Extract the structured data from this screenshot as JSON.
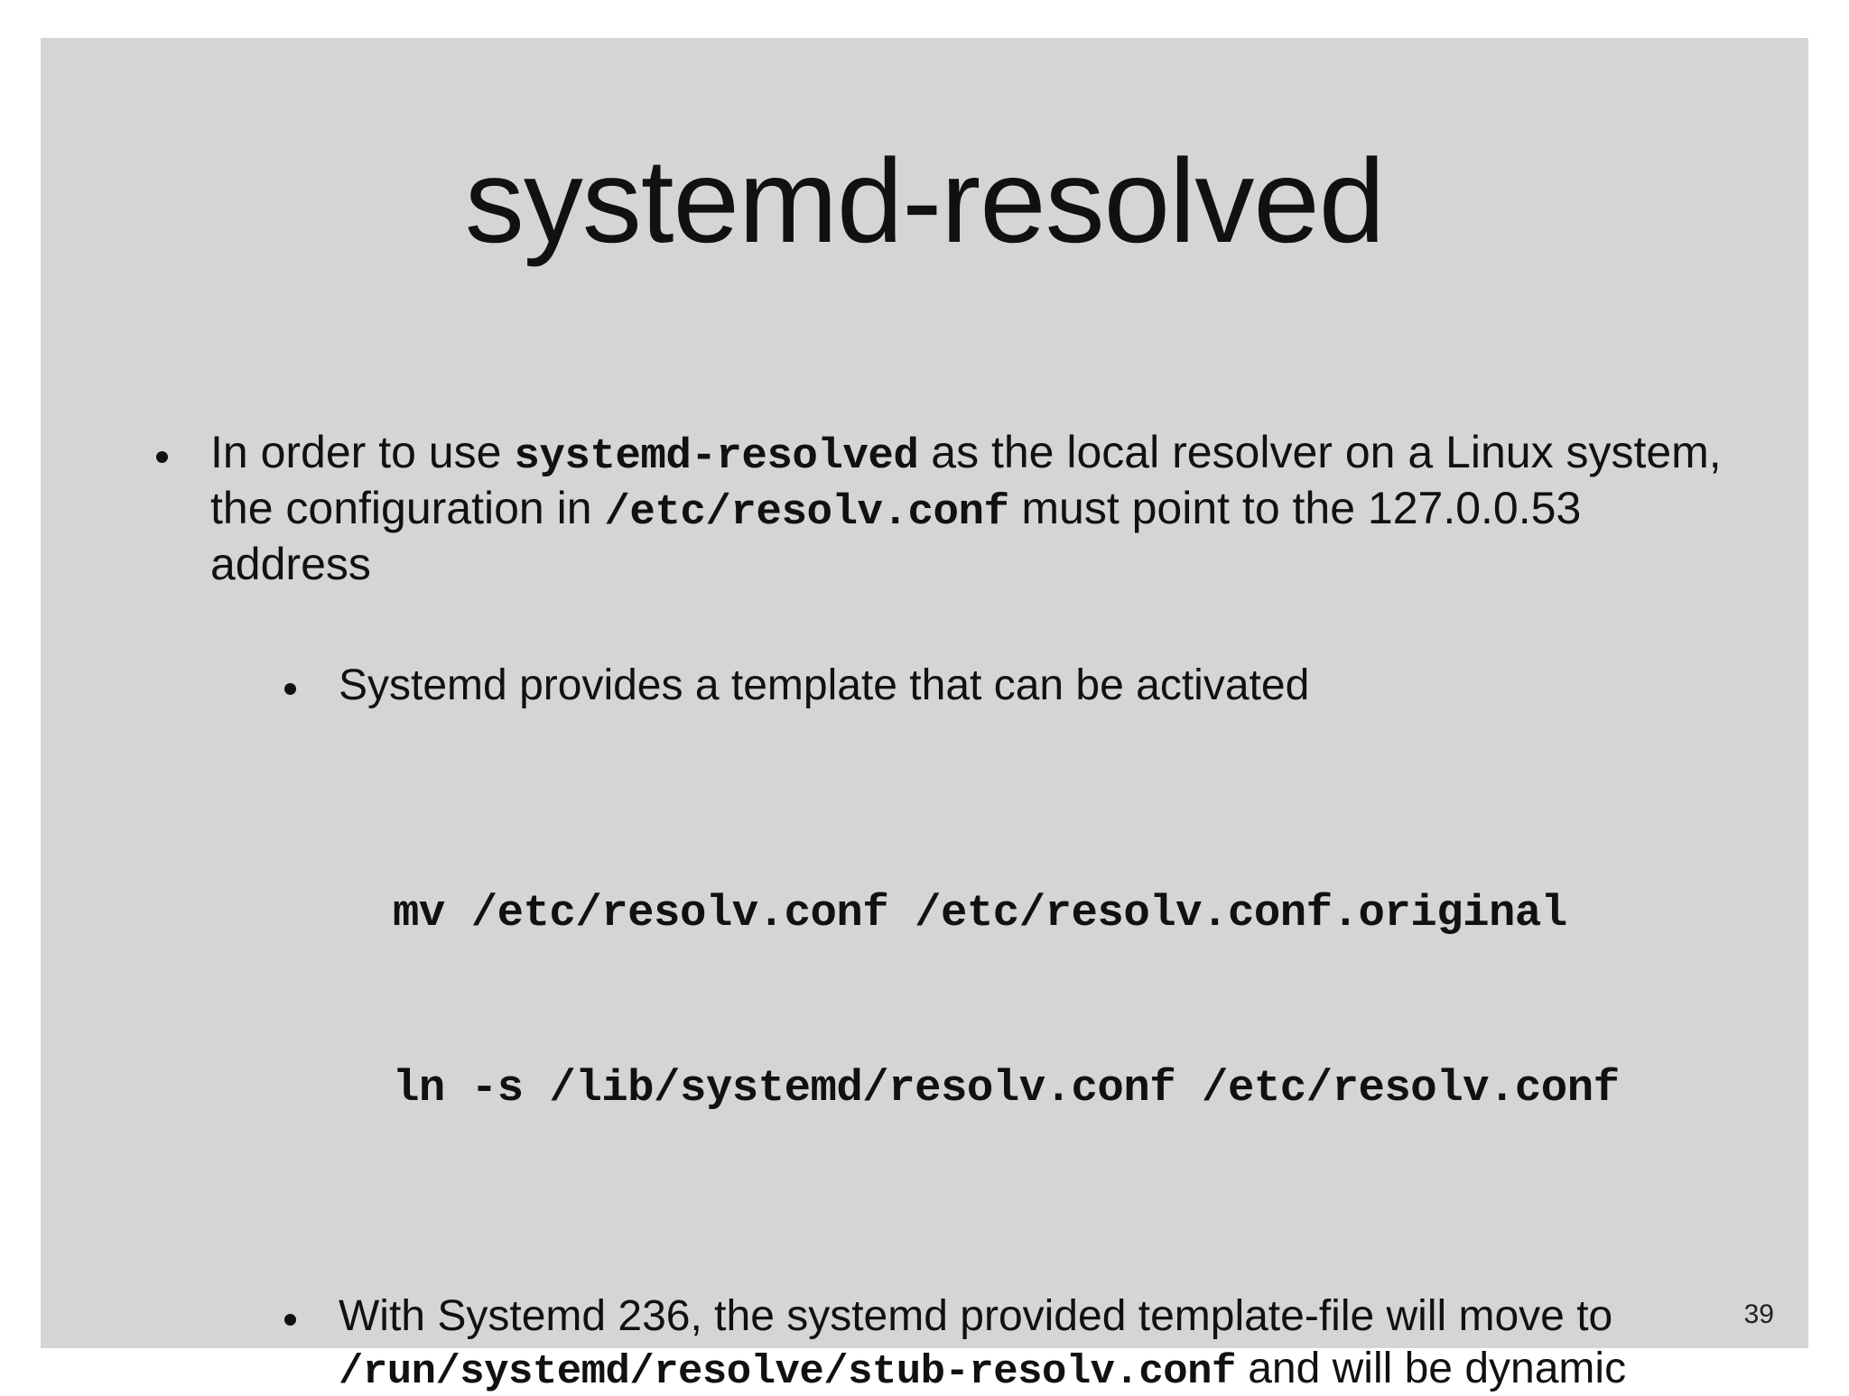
{
  "slide": {
    "title": "systemd-resolved",
    "page_number": "39",
    "background_color": "#d5d5d5",
    "page_background_color": "#ffffff",
    "text_color": "#111111"
  },
  "content": {
    "bullet1": {
      "part1": "In order to use ",
      "code1": "systemd-resolved",
      "part2": " as the local resolver on a Linux system, the configuration in ",
      "code2": "/etc/resolv.conf",
      "part3": " must point to the 127.0.0.53 address"
    },
    "bullet2": {
      "text": "Systemd provides a template that can be activated"
    },
    "code_block": {
      "line1": "mv /etc/resolv.conf /etc/resolv.conf.original",
      "line2": "ln -s /lib/systemd/resolv.conf /etc/resolv.conf"
    },
    "bullet3": {
      "part1": "With Systemd 236, the systemd provided template-file will move to ",
      "code1": "/run/systemd/resolve/stub-resolv.conf",
      "part2": " and will be dynamic"
    }
  }
}
